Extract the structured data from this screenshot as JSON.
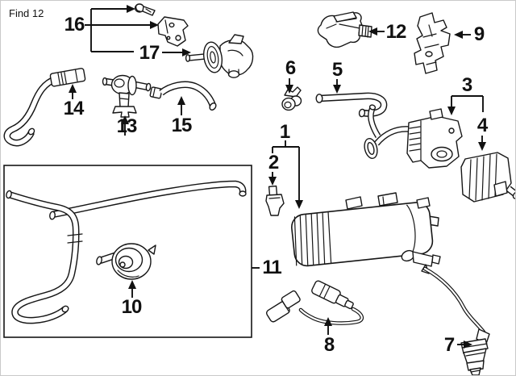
{
  "header": {
    "find_label": "Find 12"
  },
  "colors": {
    "background": "#ffffff",
    "line": "#161616",
    "border": "#c9c9c9",
    "text": "#111111"
  },
  "callouts": {
    "c1": "1",
    "c2": "2",
    "c3": "3",
    "c4": "4",
    "c5": "5",
    "c6": "6",
    "c7": "7",
    "c8": "8",
    "c9": "9",
    "c10": "10",
    "c11": "11",
    "c12": "12",
    "c13": "13",
    "c14": "14",
    "c15": "15",
    "c16": "16",
    "c17": "17"
  }
}
